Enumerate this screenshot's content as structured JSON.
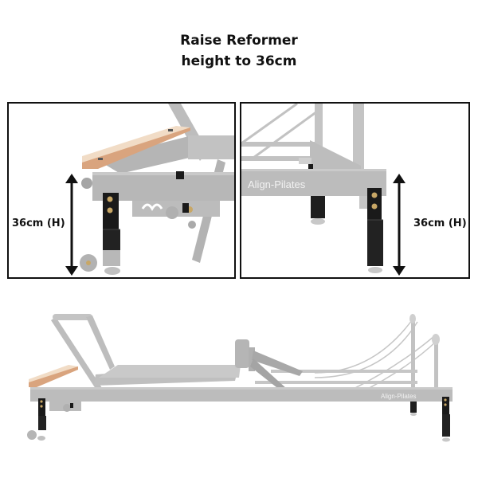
{
  "title": {
    "line1": "Raise Reformer",
    "line2": "height to 36cm"
  },
  "panels": [
    {
      "id": "left-detail",
      "measurement_label": "36cm (H)",
      "arrow": "double-vertical-arrow",
      "view": "foot-end close-up of reformer leg riser"
    },
    {
      "id": "right-detail",
      "measurement_label": "36cm (H)",
      "brand_text": "Align-Pilates",
      "arrow": "double-vertical-arrow",
      "view": "head-end close-up of reformer leg riser"
    }
  ],
  "bottom_image": {
    "brand_text": "Align-Pilates",
    "view": "full reformer side view with leg risers"
  },
  "colors": {
    "frame_grey": "#b9b9b9",
    "frame_dark_grey": "#a5a5a5",
    "riser_black": "#1a1a1a",
    "wood": "#f1dcc6",
    "wood_edge": "#d9a47e",
    "border": "#111111",
    "text": "#111111",
    "bolt": "#c8a766"
  }
}
